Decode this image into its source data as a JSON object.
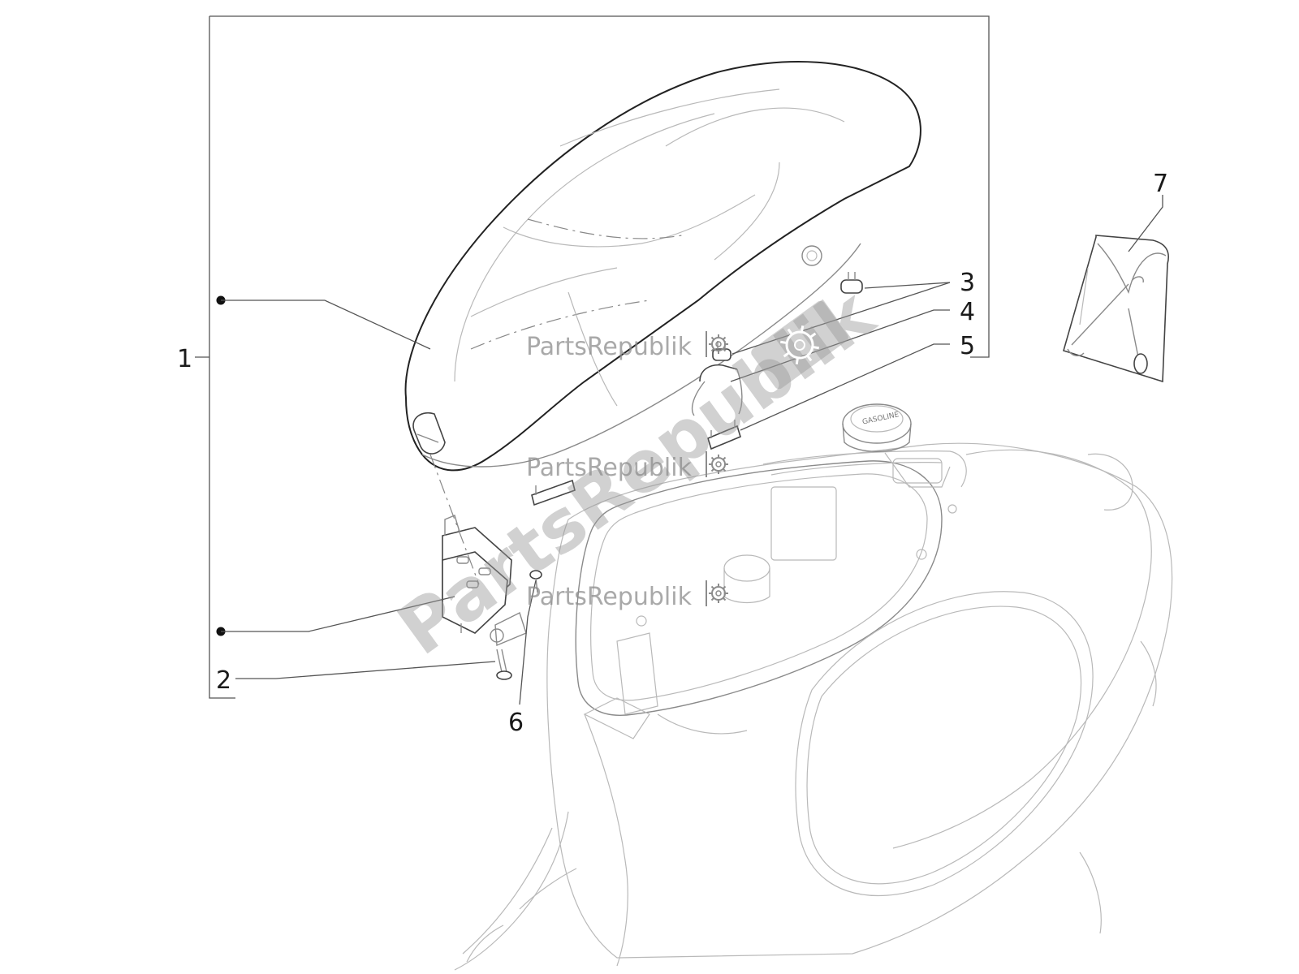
{
  "callouts": {
    "c1": "1",
    "c2": "2",
    "c3": "3",
    "c4": "4",
    "c5": "5",
    "c6": "6",
    "c7": "7"
  },
  "watermark": {
    "label": "PartsRepublik",
    "diagonal": "PartsRepublik",
    "icon": "gear-icon"
  },
  "cap_text": "GASOLINE",
  "colors": {
    "line": "#222222",
    "faint_line": "#b9b9b9",
    "watermark": "#8c8c8c"
  }
}
